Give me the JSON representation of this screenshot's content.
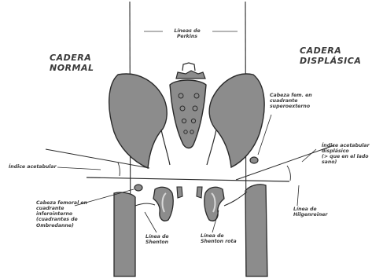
{
  "titles": {
    "normal": [
      "CADERA",
      "NORMAL"
    ],
    "dysplastic": [
      "CADERA",
      "DISPLÁSICA"
    ]
  },
  "labels": {
    "perkins": [
      "Líneas de",
      "Perkins"
    ],
    "acetabular_index": "Índice acetabular",
    "femoral_head_inferior": [
      "Cabeza femoral en",
      "cuadrante",
      "inferointerno",
      "(cuadrantes de",
      "Ombredanne)"
    ],
    "shenton": [
      "Línea de",
      "Shenton"
    ],
    "shenton_broken": [
      "Línea de",
      "Shenton rota"
    ],
    "femoral_head_superior": [
      "Cabeza fem. en",
      "cuadrante",
      "superoexterno"
    ],
    "dysplastic_index": [
      "Índice acetabular",
      "displásico",
      "(> que en el lado",
      "sano)"
    ],
    "hilgenreiner": [
      "Línea de",
      "Hilgenreiner"
    ]
  },
  "colors": {
    "bone": "#8c8c8c",
    "ink": "#2a2a2a",
    "text": "#3a3a3a"
  }
}
